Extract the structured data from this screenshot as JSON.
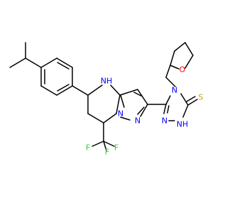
{
  "molecule": {
    "colors": {
      "bond": "#000000",
      "N": "#0000ff",
      "O": "#ff0000",
      "S": "#c8a800",
      "F": "#33cc33"
    },
    "atoms": {
      "nh_ring": "NH",
      "n_pyrazole_bridge": "N",
      "n_pyrazole": "N",
      "n_triazole_sub": "N",
      "n_triazole_left": "N",
      "nh_triazole": "NH",
      "o_thf": "O",
      "s_thione": "S",
      "f_top": "F",
      "f_left": "F",
      "f_right": "F"
    }
  }
}
